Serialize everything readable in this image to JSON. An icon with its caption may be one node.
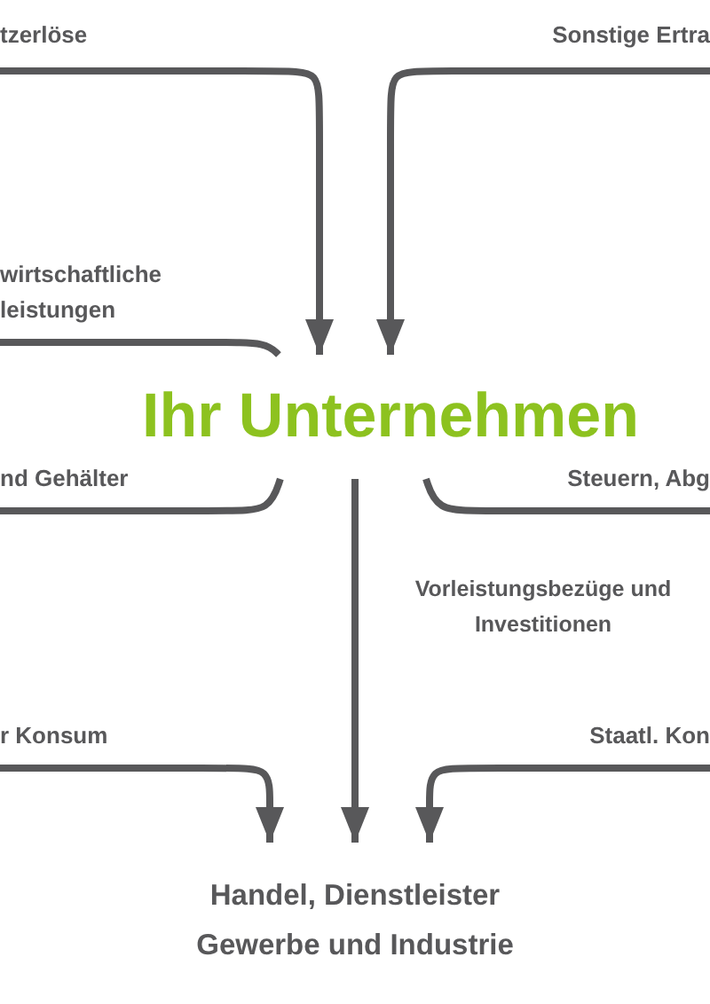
{
  "diagram": {
    "nodes": [
      {
        "text": [
          "tzerlöse"
        ]
      },
      {
        "text": [
          "Sonstige Ertra"
        ]
      },
      {
        "text": [
          "wirtschaftliche leistungen"
        ]
      },
      {
        "text": [
          "Ihr Unternehmen"
        ]
      },
      {
        "text": [
          "nd Gehälter"
        ]
      },
      {
        "text": [
          "Steuern, Abg"
        ]
      },
      {
        "text": [
          "r Konsum"
        ]
      },
      {
        "text": [
          "Staatl. Kon"
        ]
      },
      {
        "text": [
          "Handel, Dienstleister Gewerbe und Industrie"
        ]
      }
    ],
    "edges": [
      {
        "from": 0,
        "to": 3,
        "arrow": "to"
      },
      {
        "from": 1,
        "to": 3,
        "arrow": "to"
      },
      {
        "from": 2,
        "to": 3,
        "arrow": "none"
      },
      {
        "from": 4,
        "to": 3,
        "arrow": "none"
      },
      {
        "from": 3,
        "to": 5,
        "arrow": "none"
      },
      {
        "from": 3,
        "to": 8,
        "arrow": "to",
        "label": "Vorleistungsbezüge und Investitionen"
      },
      {
        "from": 6,
        "to": 8,
        "arrow": "to"
      },
      {
        "from": 7,
        "to": 8,
        "arrow": "to"
      }
    ]
  }
}
